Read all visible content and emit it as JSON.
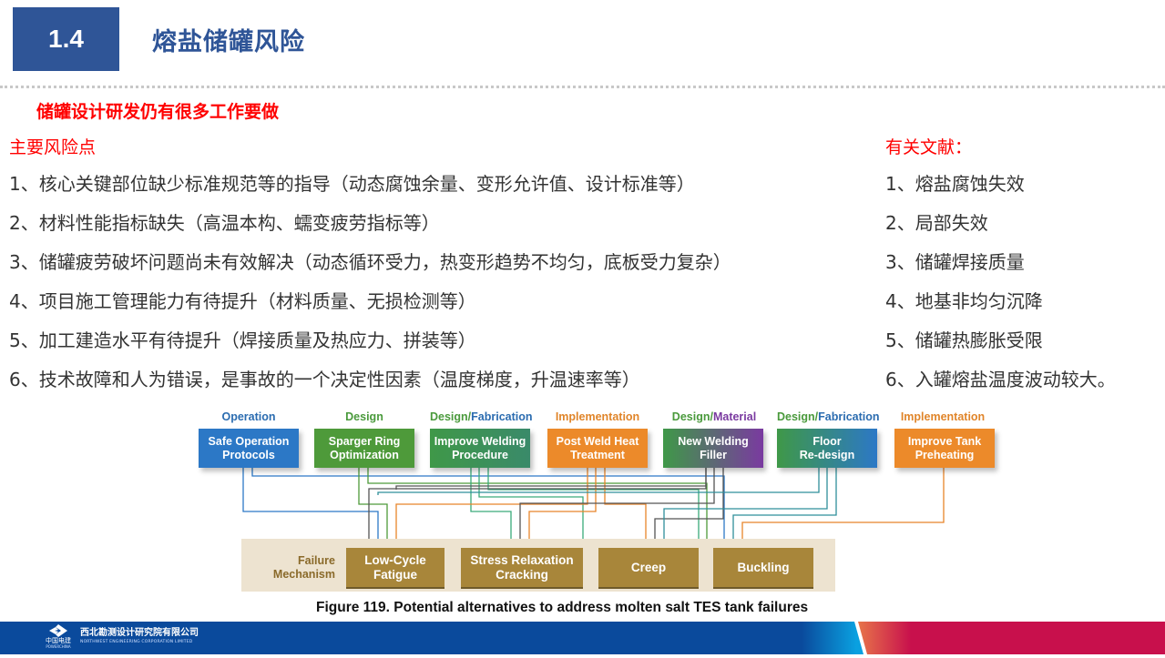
{
  "header": {
    "section_number": "1.4",
    "title": "熔盐储罐风险"
  },
  "subtitle": "储罐设计研发仍有很多工作要做",
  "risks": {
    "heading": "主要风险点",
    "items": [
      "1、核心关键部位缺少标准规范等的指导（动态腐蚀余量、变形允许值、设计标准等）",
      "2、材料性能指标缺失（高温本构、蠕变疲劳指标等）",
      "3、储罐疲劳破坏问题尚未有效解决（动态循环受力，热变形趋势不均匀，底板受力复杂）",
      "4、项目施工管理能力有待提升（材料质量、无损检测等）",
      "5、加工建造水平有待提升（焊接质量及热应力、拼装等）",
      "6、技术故障和人为错误，是事故的一个决定性因素（温度梯度，升温速率等）"
    ]
  },
  "references": {
    "heading": "有关文献：",
    "items": [
      "1、熔盐腐蚀失效",
      "2、局部失效",
      "3、储罐焊接质量",
      "4、地基非均匀沉降",
      "5、储罐热膨胀受限",
      "6、入罐熔盐温度波动较大。"
    ]
  },
  "diagram": {
    "alternatives": [
      {
        "category_a": "Operation",
        "category_b": "",
        "line1": "Safe Operation",
        "line2": "Protocols",
        "color_a": "#2b6cb0",
        "color_b": "",
        "fill": "#2c78c6"
      },
      {
        "category_a": "Design",
        "category_b": "",
        "line1": "Sparger Ring",
        "line2": "Optimization",
        "color_a": "#4a9a3c",
        "color_b": "",
        "fill": "#4e9a3a"
      },
      {
        "category_a": "Design/",
        "category_b": "Fabrication",
        "line1": "Improve Welding",
        "line2": "Procedure",
        "color_a": "#4a9a3c",
        "color_b": "#2b6cb0",
        "fill": "#3f9848"
      },
      {
        "category_a": "Implementation",
        "category_b": "",
        "line1": "Post Weld Heat",
        "line2": "Treatment",
        "color_a": "#e0852a",
        "color_b": "",
        "fill": "#ec8a2a"
      },
      {
        "category_a": "Design/",
        "category_b": "Material",
        "line1": "New Welding",
        "line2": "Filler",
        "color_a": "#4a9a3c",
        "color_b": "#7a3aa0",
        "fill": "#5a6a8a"
      },
      {
        "category_a": "Design/",
        "category_b": "Fabrication",
        "line1": "Floor",
        "line2": "Re-design",
        "color_a": "#4a9a3c",
        "color_b": "#2b6cb0",
        "fill": "#2f8f7a"
      },
      {
        "category_a": "Implementation",
        "category_b": "",
        "line1": "Improve Tank",
        "line2": "Preheating",
        "color_a": "#e0852a",
        "color_b": "",
        "fill": "#ec8a2a"
      }
    ],
    "failure_label_line1": "Failure",
    "failure_label_line2": "Mechanism",
    "failures": [
      {
        "line1": "Low-Cycle",
        "line2": "Fatigue"
      },
      {
        "line1": "Stress Relaxation",
        "line2": "Cracking"
      },
      {
        "line1": "Creep",
        "line2": ""
      },
      {
        "line1": "Buckling",
        "line2": ""
      }
    ],
    "caption": "Figure 119. Potential alternatives to address molten salt TES tank failures"
  },
  "footer": {
    "logo_cn": "中国电建",
    "logo_en": "POWERCHINA",
    "company_cn": "西北勘测设计研究院有限公司",
    "company_en": "NORTHWEST ENGINEERING CORPORATION LIMITED",
    "blue": "#0a4a9c",
    "red": "#c8104c"
  }
}
